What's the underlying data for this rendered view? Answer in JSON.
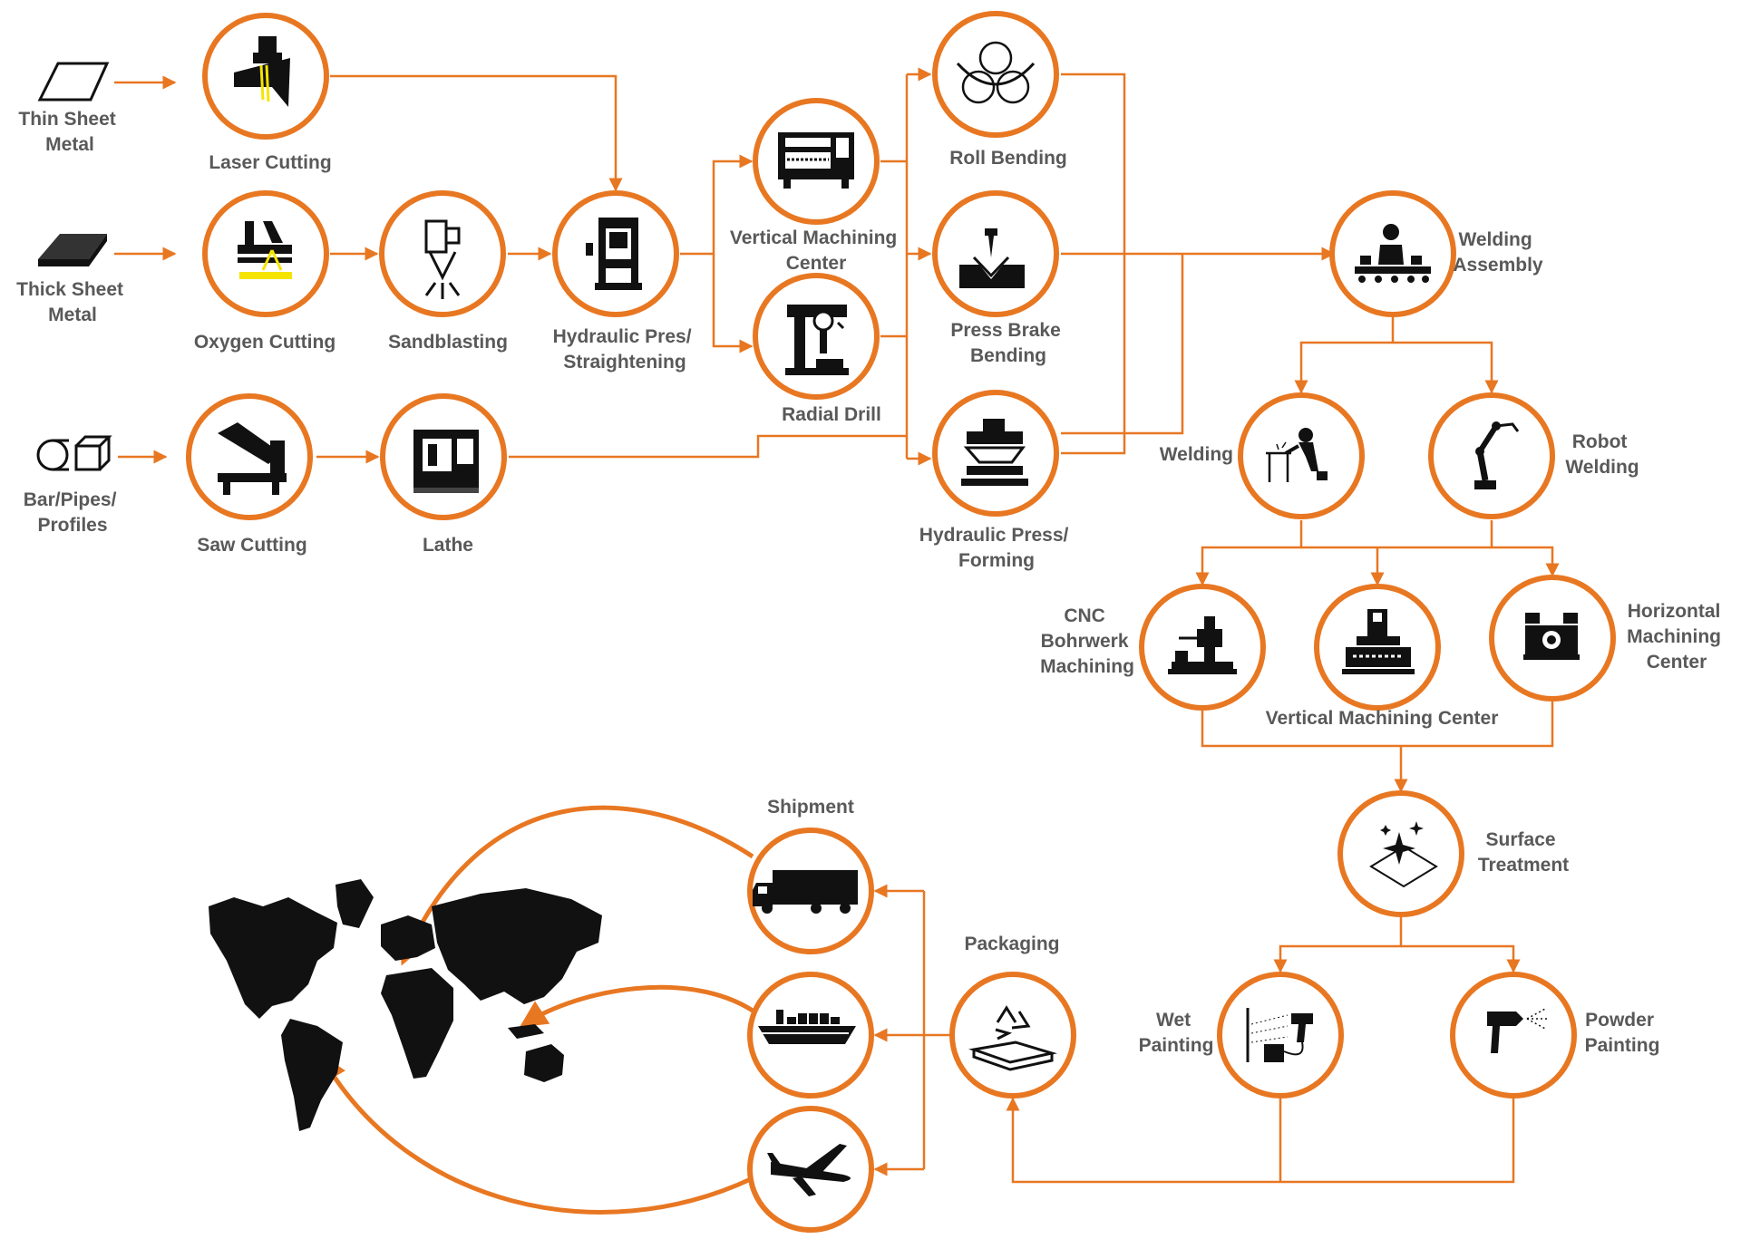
{
  "colors": {
    "accent": "#E87722",
    "text": "#595959",
    "icon": "#111111",
    "highlight": "#F5E400"
  },
  "inputs": {
    "thin_sheet": [
      "Thin Sheet",
      "Metal"
    ],
    "thick_sheet": [
      "Thick Sheet",
      "Metal"
    ],
    "bar": [
      "Bar/Pipes/",
      "Profiles"
    ]
  },
  "nodes": {
    "laser_cutting": [
      "Laser Cutting"
    ],
    "oxygen_cutting": [
      "Oxygen Cutting"
    ],
    "sandblasting": [
      "Sandblasting"
    ],
    "hydraulic_straightening": [
      "Hydraulic Pres/",
      "Straightening"
    ],
    "saw_cutting": [
      "Saw Cutting"
    ],
    "lathe": [
      "Lathe"
    ],
    "vmc_1": [
      "Vertical Machining",
      "Center"
    ],
    "radial_drill": [
      "Radial Drill"
    ],
    "roll_bending": [
      "Roll Bending"
    ],
    "press_brake": [
      "Press Brake",
      "Bending"
    ],
    "hydraulic_forming": [
      "Hydraulic Press/",
      "Forming"
    ],
    "welding_assembly": [
      "Welding",
      "Assembly"
    ],
    "welding": [
      "Welding"
    ],
    "robot_welding": [
      "Robot",
      "Welding"
    ],
    "cnc_bohrwerk": [
      "CNC",
      "Bohrwerk",
      "Machining"
    ],
    "vmc_2": [
      "Vertical Machining Center"
    ],
    "horizontal_mc": [
      "Horizontal",
      "Machining",
      "Center"
    ],
    "surface_treatment": [
      "Surface",
      "Treatment"
    ],
    "wet_painting": [
      "Wet",
      "Painting"
    ],
    "powder_painting": [
      "Powder",
      "Painting"
    ],
    "packaging": [
      "Packaging"
    ],
    "shipment": [
      "Shipment"
    ]
  },
  "icons": {
    "laser_cutting": "laser-cutter-icon",
    "oxygen_cutting": "torch-cutter-icon",
    "sandblasting": "sandblaster-icon",
    "hydraulic_straightening": "hydraulic-press-icon",
    "saw_cutting": "band-saw-icon",
    "lathe": "cnc-lathe-icon",
    "vmc_1": "machining-center-icon",
    "radial_drill": "drill-press-icon",
    "roll_bending": "rollers-icon",
    "press_brake": "press-brake-icon",
    "hydraulic_forming": "forming-press-icon",
    "welding_assembly": "assembly-line-icon",
    "welding": "welder-icon",
    "robot_welding": "robot-arm-icon",
    "cnc_bohrwerk": "boring-mill-icon",
    "vmc_2": "vertical-mill-icon",
    "horizontal_mc": "horizontal-mill-icon",
    "surface_treatment": "sparkle-surface-icon",
    "wet_painting": "spray-gun-icon",
    "powder_painting": "powder-gun-icon",
    "packaging": "recycle-pallet-icon",
    "truck": "truck-icon",
    "ship": "cargo-ship-icon",
    "plane": "airplane-icon",
    "map": "world-map-icon"
  }
}
